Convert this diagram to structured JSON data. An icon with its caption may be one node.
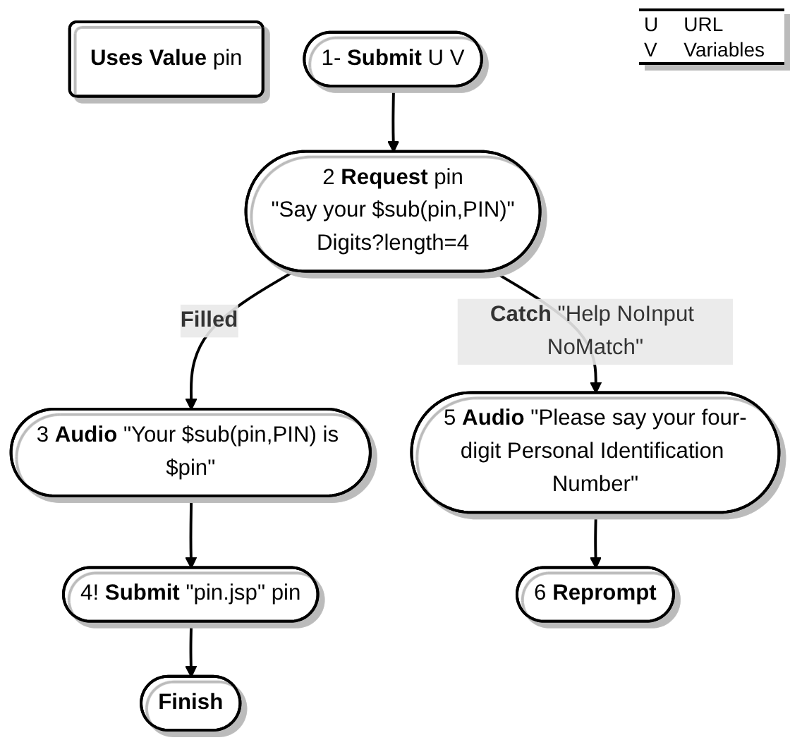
{
  "diagram": {
    "nodes": [
      {
        "text": [
          "**Uses Value** pin"
        ]
      },
      {
        "text": [
          "1- **Submit** U V"
        ]
      },
      {
        "text": [
          "2 **Request** pin",
          "\"Say your $sub(pin,PIN)\"",
          "Digits?length=4"
        ]
      },
      {
        "text": [
          "3 **Audio** \"Your $sub(pin,PIN) is $pin\""
        ]
      },
      {
        "text": [
          "5 **Audio** \"Please say your four-digit Personal Identification Number\""
        ]
      },
      {
        "text": [
          "4! **Submit** \"pin.jsp\" pin"
        ]
      },
      {
        "text": [
          "6 **Reprompt**"
        ]
      },
      {
        "text": [
          "**Finish**"
        ]
      }
    ],
    "edges": [
      {
        "from": 1,
        "to": 2,
        "arrow": "to"
      },
      {
        "from": 2,
        "to": 3,
        "arrow": "to",
        "label": "**Filled**"
      },
      {
        "from": 2,
        "to": 4,
        "arrow": "to",
        "label": "**Catch** \"Help NoInput NoMatch\""
      },
      {
        "from": 3,
        "to": 5,
        "arrow": "to"
      },
      {
        "from": 4,
        "to": 6,
        "arrow": "to"
      },
      {
        "from": 5,
        "to": 7,
        "arrow": "to"
      }
    ],
    "labels": [
      "U",
      "URL",
      "V",
      "Variables"
    ]
  }
}
